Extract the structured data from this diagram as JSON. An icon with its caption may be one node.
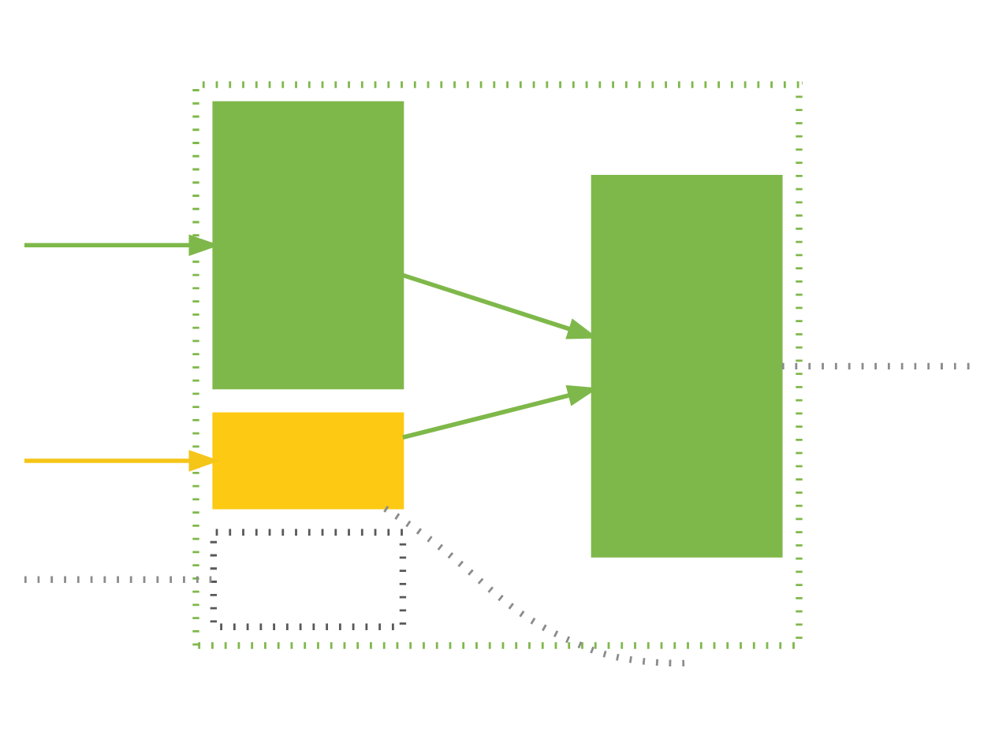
{
  "diagram": {
    "nodes": [
      {
        "text": [],
        "shape": "box"
      },
      {
        "text": [],
        "shape": "box",
        "in": 0
      },
      {
        "text": [],
        "shape": "box",
        "in": 0
      },
      {
        "text": [],
        "shape": "bar",
        "in": 0
      },
      {
        "text": [],
        "shape": "bar",
        "in": 0
      }
    ],
    "edges": [
      {
        "from": 1,
        "to": null,
        "arrow": "none",
        "style": "dashed",
        "color": "#8c8c8c"
      },
      {
        "from": null,
        "to": 1,
        "arrow": "to",
        "color": "#f5c518"
      },
      {
        "from": null,
        "to": 3,
        "arrow": "to"
      },
      {
        "from": 1,
        "to": 4,
        "arrow": "to"
      },
      {
        "from": 3,
        "to": 4,
        "arrow": "to"
      },
      {
        "from": null,
        "to": 2,
        "arrow": "none",
        "style": "dashed",
        "color": "#8c8c8c"
      },
      {
        "from": 4,
        "to": null,
        "arrow": "none",
        "style": "dashed",
        "color": "#8c8c8c"
      }
    ]
  }
}
